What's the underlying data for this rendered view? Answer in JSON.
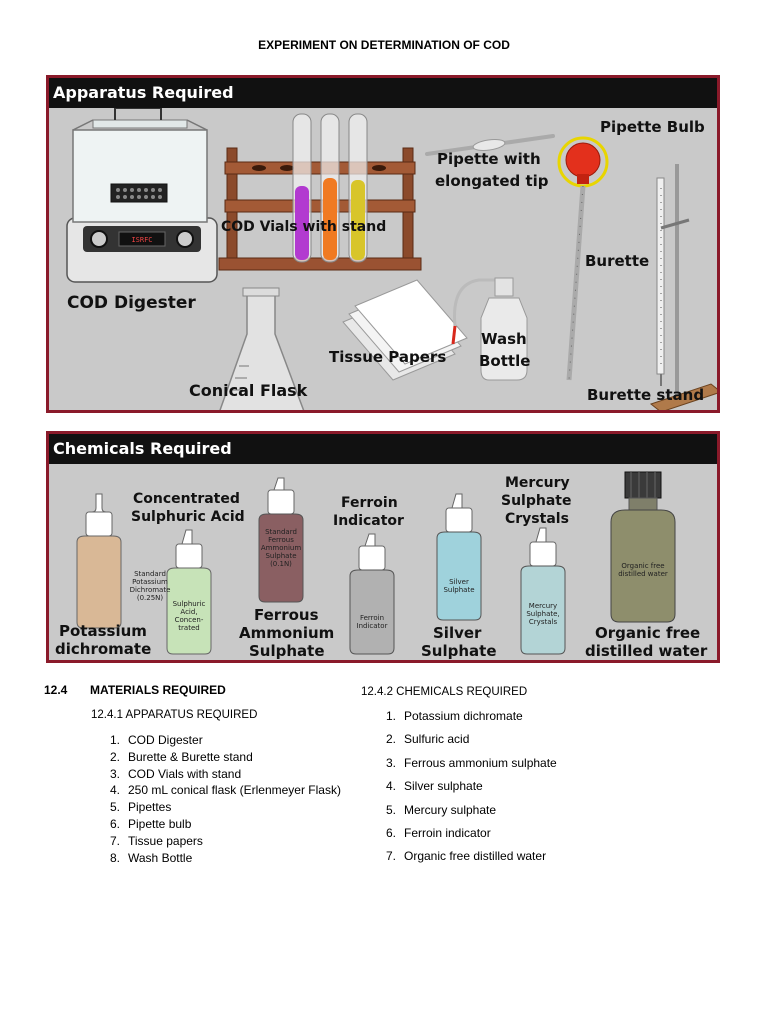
{
  "document": {
    "title": "EXPERIMENT ON DETERMINATION OF COD"
  },
  "apparatus_panel": {
    "heading": "Apparatus Required",
    "digester_brand": "ISRFC",
    "labels": {
      "cod_digester": "COD Digester",
      "cod_vials": "COD Vials with stand",
      "pipette_line1": "Pipette with",
      "pipette_line2": "elongated tip",
      "pipette_bulb": "Pipette Bulb",
      "burette": "Burette",
      "conical_flask": "Conical Flask",
      "tissue_papers": "Tissue Papers",
      "wash_line1": "Wash",
      "wash_line2": "Bottle",
      "burette_stand": "Burette stand"
    }
  },
  "chemicals_panel": {
    "heading": "Chemicals Required",
    "bottles": {
      "potassium": "Standard\nPotassium\nDichromate\n(0.25N)",
      "sulphuric": "Sulphuric\nAcid,\nConcen-\ntrated",
      "ferrous": "Standard\nFerrous\nAmmonium\nSulphate\n(0.1N)",
      "ferroin": "Ferroin\nIndicator",
      "silver": "Silver\nSulphate",
      "mercury": "Mercury\nSulphate,\nCrystals",
      "water": "Organic free\ndistilled water"
    },
    "labels": {
      "concentrated_line1": "Concentrated",
      "concentrated_line2": "Sulphuric Acid",
      "ferroin_line1": "Ferroin",
      "ferroin_line2": "Indicator",
      "mercury_line1": "Mercury",
      "mercury_line2": "Sulphate",
      "mercury_line3": "Crystals",
      "potassium_line1": "Potassium",
      "potassium_line2": "dichromate",
      "ferrous_line1": "Ferrous",
      "ferrous_line2": "Ammonium",
      "ferrous_line3": "Sulphate",
      "silver_line1": "Silver",
      "silver_line2": "Sulphate",
      "organic_line1": "Organic free",
      "organic_line2": "distilled water"
    }
  },
  "materials": {
    "section_number": "12.4",
    "section_title": "MATERIALS REQUIRED",
    "apparatus_heading": "12.4.1 APPARATUS REQUIRED",
    "apparatus_items": [
      "COD Digester",
      "Burette & Burette stand",
      "COD Vials with stand",
      "250 mL conical flask (Erlenmeyer Flask)",
      "Pipettes",
      "Pipette bulb",
      "Tissue papers",
      "Wash Bottle"
    ],
    "chemicals_heading": "12.4.2 CHEMICALS REQUIRED",
    "chemical_items": [
      "Potassium dichromate",
      "Sulfuric acid",
      "Ferrous ammonium sulphate",
      "Silver sulphate",
      "Mercury sulphate",
      "Ferroin indicator",
      "Organic free distilled water"
    ]
  }
}
